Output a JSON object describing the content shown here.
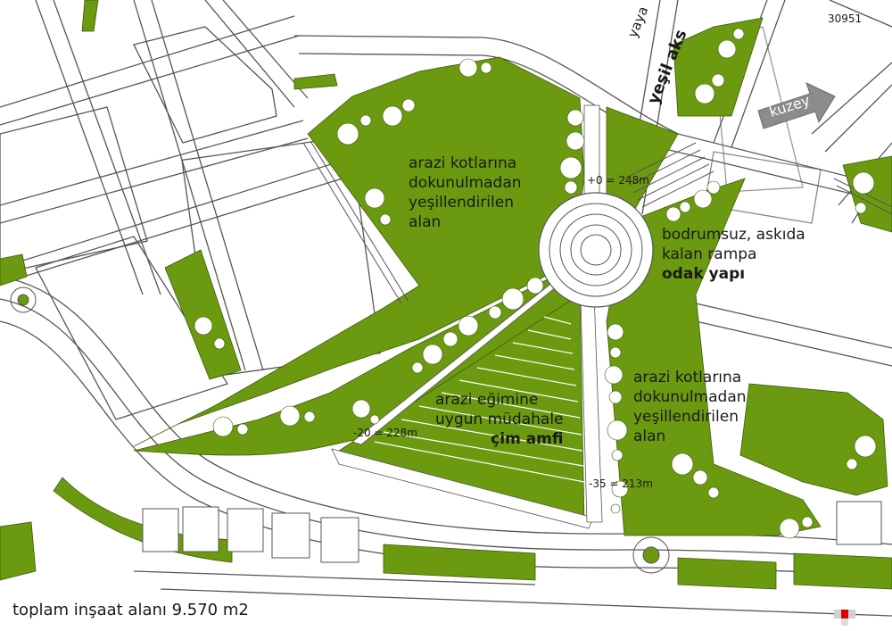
{
  "project_id": "30951",
  "path_labels": {
    "pedestrian": "yaya",
    "green_axis": "yeşil aks"
  },
  "north_arrow": {
    "label": "kuzey",
    "icon": "arrow-right-icon"
  },
  "zones": [
    {
      "lines": [
        "arazi kotlarına",
        "dokunulmadan",
        "yeşillendirilen",
        "alan"
      ]
    },
    {
      "lines": [
        "bodrumsuz, askıda",
        "kalan rampa"
      ],
      "emphasis": "odak yapı"
    },
    {
      "lines": [
        "arazi kotlarına",
        "dokunulmadan",
        "yeşillendirilen",
        "alan"
      ]
    },
    {
      "lines": [
        "arazi eğimine",
        "uygun müdahale"
      ],
      "emphasis": "çim amfi"
    }
  ],
  "elevations": [
    "+0 = 248m",
    "-20 = 228m",
    "-35 = 213m"
  ],
  "total_area": "toplam inşaat alanı 9.570 m2",
  "colors": {
    "green": "#6b9a10",
    "ink": "#1a1a1a",
    "road_line": "#555555",
    "arrow": "#8c8c8c"
  }
}
